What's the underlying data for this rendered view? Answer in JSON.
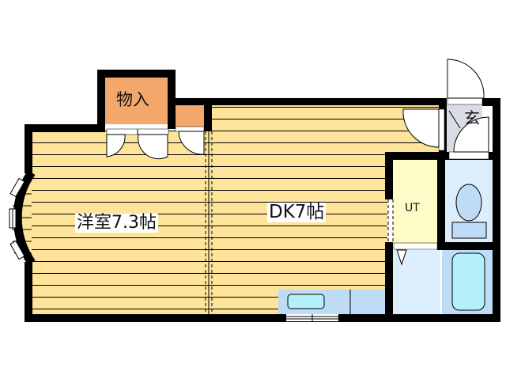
{
  "floorplan": {
    "rooms": [
      {
        "id": "western-room",
        "label": "洋室7.3帖",
        "type": "bedroom",
        "floor": "wood"
      },
      {
        "id": "dining-kitchen",
        "label": "DK7帖",
        "type": "dining-kitchen",
        "floor": "wood"
      },
      {
        "id": "storage",
        "label": "物入",
        "type": "closet"
      },
      {
        "id": "entrance",
        "label": "玄",
        "type": "entrance"
      },
      {
        "id": "utility",
        "label": "UT",
        "type": "utility"
      },
      {
        "id": "toilet",
        "label": "",
        "type": "toilet"
      },
      {
        "id": "bathroom",
        "label": "",
        "type": "bathroom"
      }
    ],
    "colors": {
      "wall": "#000000",
      "wood_floor": "#fde49a",
      "floor_line": "#000000",
      "storage": "#f4a76a",
      "entrance": "#d9dde3",
      "utility": "#fffbc6",
      "wet_area": "#dcedfc",
      "bath_floor": "#bfdcf7",
      "tub": "#b3f0fb",
      "toilet": "#bfdcf7",
      "door": "#ffffff"
    }
  }
}
